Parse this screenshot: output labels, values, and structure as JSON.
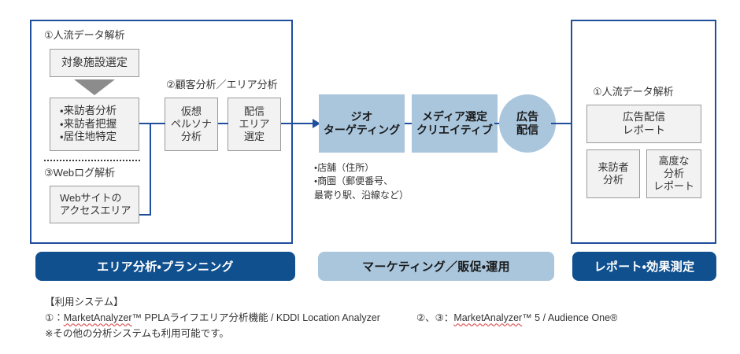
{
  "diagram": {
    "title": "エリア分析からレポートまでのマーケティングフロー",
    "colors": {
      "frame_navy": "#1F4E9C",
      "pill_navy": "#10508f",
      "light_blue": "#a9c6dd",
      "box_gray_fill": "#f2f2f2",
      "box_gray_border": "#9a9a9a",
      "gray_arrow": "#8c8c8c",
      "spellcheck_red": "#e06666"
    }
  },
  "left_panel": {
    "name": "エリア分析・プランニング",
    "section1_heading": "①人流データ解析",
    "box_target_facility": "対象施設選定",
    "box_visitor_analysis": "・来訪者分析\n・来訪者把握\n・居住地特定",
    "section3_heading": "③Webログ解析",
    "box_web_access_area": "Webサイトの\nアクセスエリア",
    "section2_heading": "②顧客分析／エリア分析",
    "box_virtual_persona": "仮想\nペルソナ\n分析",
    "box_delivery_area": "配信\nエリア\n選定"
  },
  "middle_panel": {
    "name": "マーケティング／販促・運用",
    "box_geo_targeting": "ジオ\nターゲティング",
    "box_media_creative": "メディア選定\nクリエイティブ",
    "circle_ad_delivery": "広告\n配信",
    "note": "・店舗（住所）\n・商圏（郵便番号、\n最寄り駅、沿線など）"
  },
  "right_panel": {
    "name": "レポート・効果測定",
    "section1_heading": "①人流データ解析",
    "box_ad_report": "広告配信\nレポート",
    "box_visitor_analysis": "来訪者\n分析",
    "box_advanced_report": "高度な\n分析\nレポート"
  },
  "bottom_bars": {
    "left_label": "エリア分析・プランニング",
    "middle_label": "マーケティング／販促・運用",
    "right_label": "レポート・効果測定"
  },
  "footer": {
    "line1": "【利用システム】",
    "line2_prefix": "①：",
    "line2_brand": "MarketAnalyzer",
    "line2_suffix": "™ PPLAライフエリア分析機能 / KDDI Location Analyzer",
    "line2_second_prefix": "②、③：",
    "line2_second_brand": "MarketAnalyzer",
    "line2_second_suffix": "™ 5 / Audience One®",
    "line3": "※その他の分析システムも利用可能です。"
  }
}
